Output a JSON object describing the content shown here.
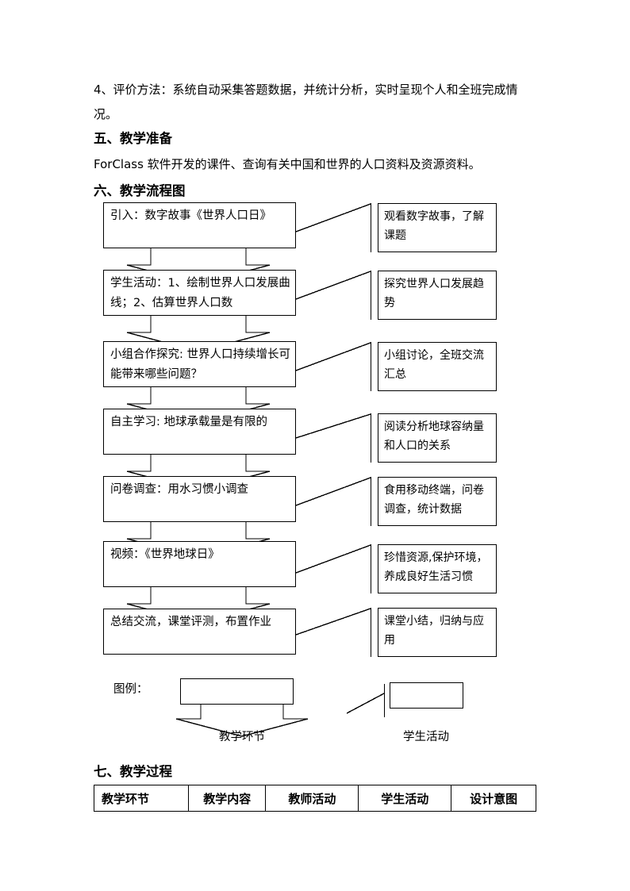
{
  "document": {
    "paragraph_1": "4、评价方法：系统自动采集答题数据，并统计分析，实时呈现个人和全班完成情况。",
    "heading_5": "五、教学准备",
    "paragraph_2": "ForClass 软件开发的课件、查询有关中国和世界的人口资料及资源资料。",
    "heading_6": "六、教学流程图",
    "heading_7": "七、教学过程"
  },
  "flowchart": {
    "steps": [
      {
        "left": "引入：数字故事《世界人口日》",
        "right": "观看数字故事，了解课题"
      },
      {
        "left": "学生活动：1、绘制世界人口发展曲线；2、估算世界人口数",
        "right": "探究世界人口发展趋势"
      },
      {
        "left": "小组合作探究: 世界人口持续增长可能带来哪些问题？",
        "right": "小组讨论，全班交流汇总"
      },
      {
        "left": "自主学习: 地球承载量是有限的",
        "right": "阅读分析地球容纳量和人口的关系"
      },
      {
        "left": "问卷调查：用水习惯小调查",
        "right": "食用移动终端，问卷调查，统计数据"
      },
      {
        "left": "视频：《世界地球日》",
        "right": "珍惜资源,保护环境，养成良好生活习惯"
      },
      {
        "left": "总结交流，课堂评测，布置作业",
        "right": "课堂小结，归纳与应用"
      }
    ]
  },
  "legend": {
    "title": "图例：",
    "teaching_stage_label": "教学环节",
    "student_activity_label": "学生活动"
  },
  "table": {
    "headers": [
      "教学环节",
      "教学内容",
      "教师活动",
      "学生活动",
      "设计意图"
    ]
  },
  "colors": {
    "ink": "#000000",
    "page": "#ffffff"
  }
}
